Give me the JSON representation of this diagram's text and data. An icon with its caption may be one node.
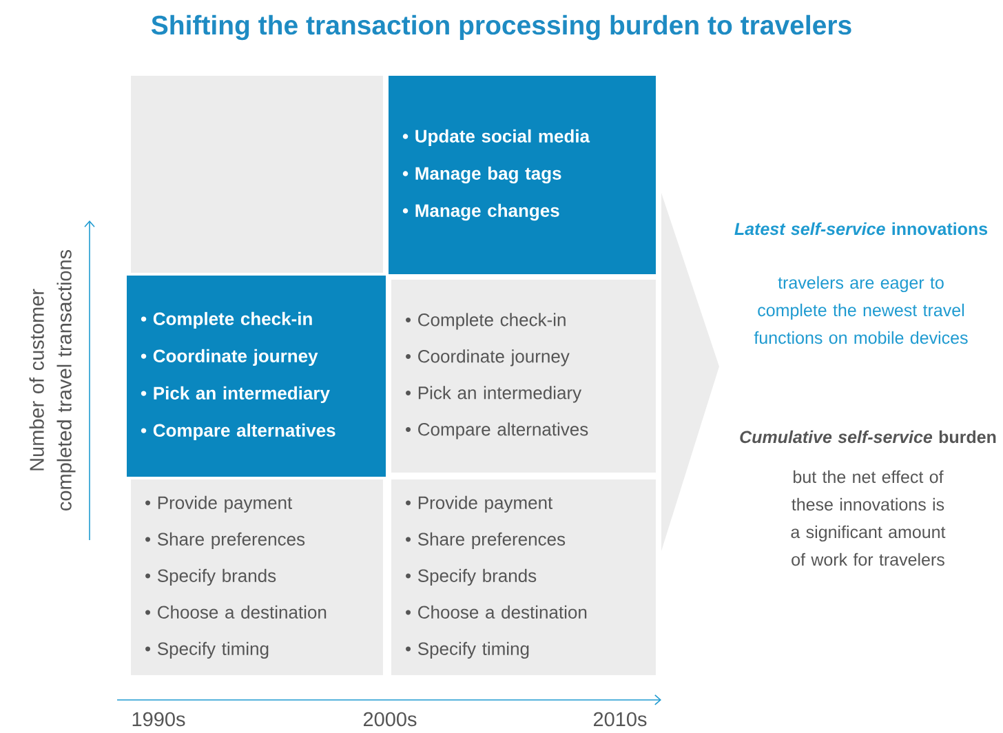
{
  "diagram": {
    "title": "Shifting the transaction processing burden to travelers",
    "nodes": [
      {
        "text": [],
        "shape": "box"
      },
      {
        "text": [
          "• Update social media",
          "• Manage bag tags",
          "• Manage changes"
        ]
      },
      {
        "text": [
          "• Complete check-in",
          "• Coordinate journey",
          "• Pick an intermediary",
          "• Compare alternatives"
        ]
      },
      {
        "text": [
          "• Complete check-in",
          "• Coordinate journey",
          "• Pick an intermediary",
          "• Compare alternatives"
        ]
      },
      {
        "text": [
          "• Provide payment",
          "• Share preferences",
          "• Specify brands",
          "• Choose a destination",
          "• Specify timing"
        ]
      },
      {
        "text": [
          "• Provide payment",
          "• Share preferences",
          "• Specify brands",
          "• Choose a destination",
          "• Specify timing"
        ]
      }
    ],
    "labels": [
      "*Latest self-service* innovations",
      "travelers are eager to complete the newest travel functions on mobile devices",
      "*Cumulative self-service* burden",
      "but the net effect of these innovations is a significant amount of work for travelers",
      "Number of customer completed travel transactions",
      "1990s",
      "2000s",
      "2010s"
    ]
  }
}
